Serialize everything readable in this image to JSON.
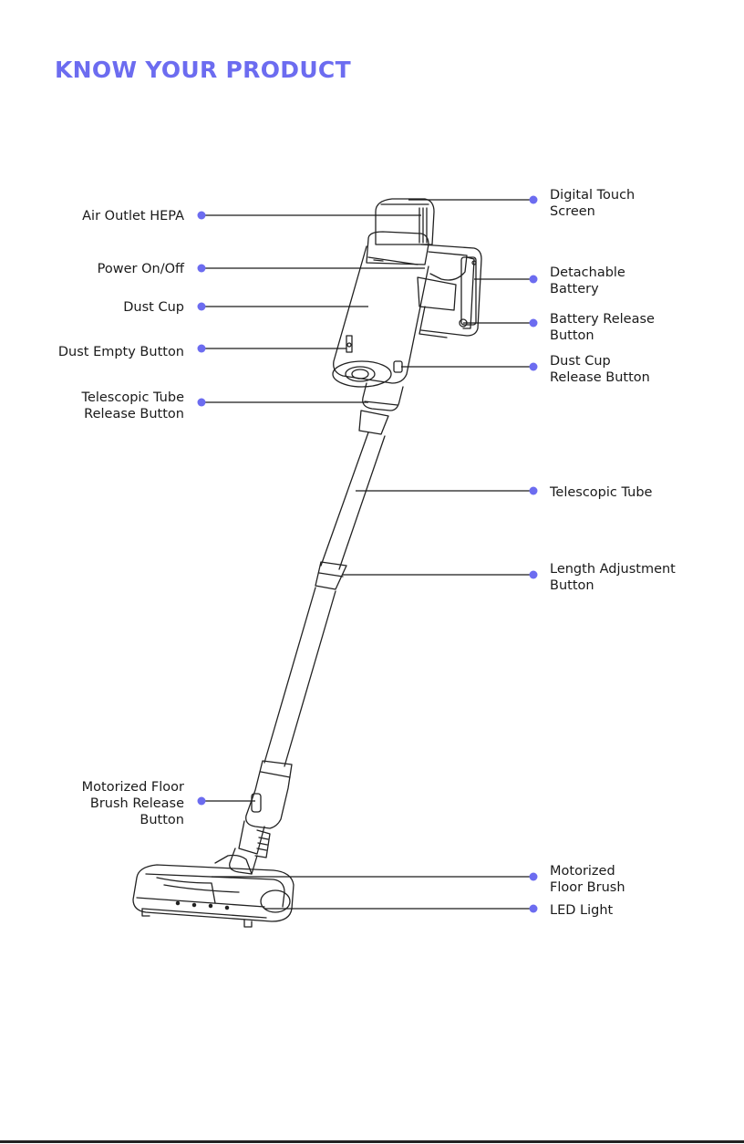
{
  "title": "KNOW YOUR PRODUCT",
  "accent_color": "#6c6cf0",
  "callouts_left": [
    {
      "lines": [
        "Air Outlet HEPA"
      ]
    },
    {
      "lines": [
        "Power On/Off"
      ]
    },
    {
      "lines": [
        "Dust Cup"
      ]
    },
    {
      "lines": [
        "Dust Empty Button"
      ]
    },
    {
      "lines": [
        "Telescopic Tube",
        "Release Button"
      ]
    },
    {
      "lines": [
        "Motorized Floor",
        "Brush Release",
        "Button"
      ]
    }
  ],
  "callouts_right": [
    {
      "lines": [
        "Digital Touch",
        "Screen"
      ]
    },
    {
      "lines": [
        "Detachable",
        "Battery"
      ]
    },
    {
      "lines": [
        "Battery Release",
        "Button"
      ]
    },
    {
      "lines": [
        "Dust Cup",
        "Release Button"
      ]
    },
    {
      "lines": [
        "Telescopic Tube"
      ]
    },
    {
      "lines": [
        "Length Adjustment",
        "Button"
      ]
    },
    {
      "lines": [
        "Motorized",
        "Floor Brush"
      ]
    },
    {
      "lines": [
        "LED Light"
      ]
    }
  ]
}
